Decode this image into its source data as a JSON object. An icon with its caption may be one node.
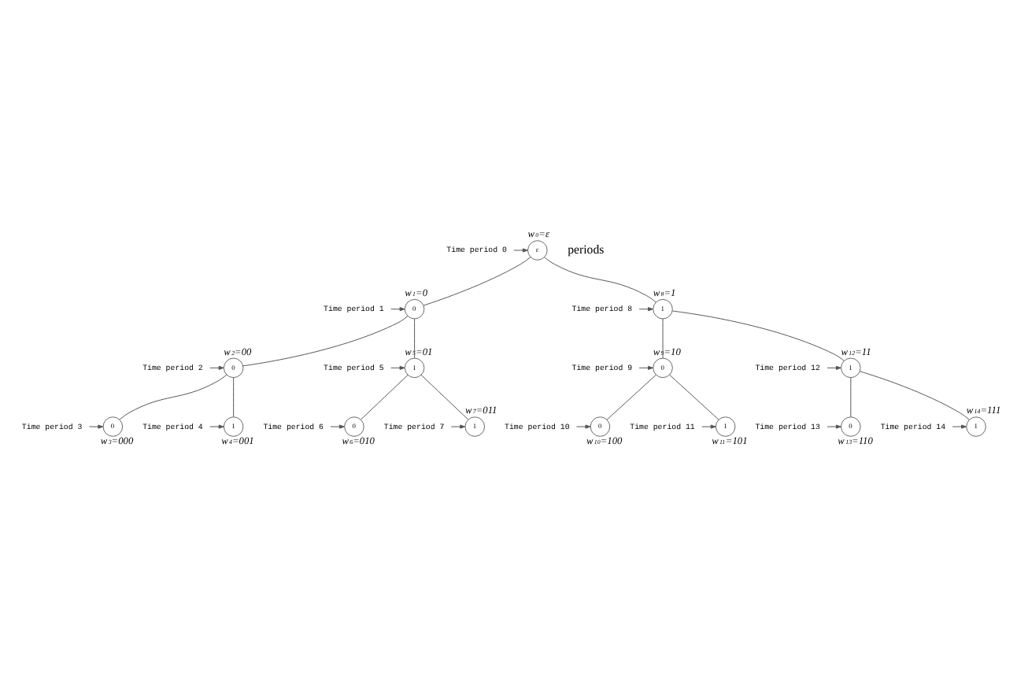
{
  "diagram": {
    "nodes": [
      {
        "text": [
          "ε"
        ],
        "beside": [
          "w$^{0}$=ε"
        ]
      },
      {
        "text": [
          "0"
        ],
        "beside": [
          "w$^{1}$=0"
        ]
      },
      {
        "text": [
          "0"
        ],
        "beside": [
          "w$^{2}$=00"
        ]
      },
      {
        "text": [
          "0"
        ],
        "beside": [
          "w$^{3}$=000"
        ]
      },
      {
        "text": [
          "1"
        ],
        "beside": [
          "w$^{4}$=001"
        ]
      },
      {
        "text": [
          "1"
        ],
        "beside": [
          "w$^{5}$=01"
        ]
      },
      {
        "text": [
          "0"
        ],
        "beside": [
          "w$^{6}$=010"
        ]
      },
      {
        "text": [
          "1"
        ],
        "beside": [
          "w$^{7}$=011"
        ]
      },
      {
        "text": [
          "1"
        ],
        "beside": [
          "w$^{8}$=1"
        ]
      },
      {
        "text": [
          "0"
        ],
        "beside": [
          "w$^{9}$=10"
        ]
      },
      {
        "text": [
          "0"
        ],
        "beside": [
          "w$^{10}$=100"
        ]
      },
      {
        "text": [
          "1"
        ],
        "beside": [
          "w$^{11}$=101"
        ]
      },
      {
        "text": [
          "1"
        ],
        "beside": [
          "w$^{12}$=11"
        ]
      },
      {
        "text": [
          "0"
        ],
        "beside": [
          "w$^{13}$=110"
        ]
      },
      {
        "text": [
          "1"
        ],
        "beside": [
          "w$^{14}$=111"
        ]
      },
      {
        "text": [
          "Time period 0"
        ]
      },
      {
        "text": [
          "Time period 1"
        ]
      },
      {
        "text": [
          "Time period 2"
        ]
      },
      {
        "text": [
          "Time period 3"
        ]
      },
      {
        "text": [
          "Time period 4"
        ]
      },
      {
        "text": [
          "Time period 5"
        ]
      },
      {
        "text": [
          "Time period 6"
        ]
      },
      {
        "text": [
          "Time period 7"
        ]
      },
      {
        "text": [
          "Time period 8"
        ]
      },
      {
        "text": [
          "Time period 9"
        ]
      },
      {
        "text": [
          "Time period 10"
        ]
      },
      {
        "text": [
          "Time period 11"
        ]
      },
      {
        "text": [
          "Time period 12"
        ]
      },
      {
        "text": [
          "Time period 13"
        ]
      },
      {
        "text": [
          "Time period 14"
        ]
      }
    ],
    "edges": [
      {
        "from": 0,
        "to": 1,
        "arrow": "none"
      },
      {
        "from": 0,
        "to": 8,
        "arrow": "none"
      },
      {
        "from": 1,
        "to": 2,
        "arrow": "none"
      },
      {
        "from": 1,
        "to": 5,
        "arrow": "none"
      },
      {
        "from": 2,
        "to": 3,
        "arrow": "none"
      },
      {
        "from": 2,
        "to": 4,
        "arrow": "none"
      },
      {
        "from": 5,
        "to": 6,
        "arrow": "none"
      },
      {
        "from": 5,
        "to": 7,
        "arrow": "none"
      },
      {
        "from": 8,
        "to": 9,
        "arrow": "none"
      },
      {
        "from": 8,
        "to": 12,
        "arrow": "none"
      },
      {
        "from": 9,
        "to": 10,
        "arrow": "none"
      },
      {
        "from": 9,
        "to": 11,
        "arrow": "none"
      },
      {
        "from": 12,
        "to": 13,
        "arrow": "none"
      },
      {
        "from": 12,
        "to": 14,
        "arrow": "none"
      },
      {
        "from": 15,
        "to": 0,
        "arrow": "to"
      },
      {
        "from": 16,
        "to": 1,
        "arrow": "to"
      },
      {
        "from": 17,
        "to": 2,
        "arrow": "to"
      },
      {
        "from": 18,
        "to": 3,
        "arrow": "to"
      },
      {
        "from": 19,
        "to": 4,
        "arrow": "to"
      },
      {
        "from": 20,
        "to": 5,
        "arrow": "to"
      },
      {
        "from": 21,
        "to": 6,
        "arrow": "to"
      },
      {
        "from": 22,
        "to": 7,
        "arrow": "to"
      },
      {
        "from": 23,
        "to": 8,
        "arrow": "to"
      },
      {
        "from": 24,
        "to": 9,
        "arrow": "to"
      },
      {
        "from": 25,
        "to": 10,
        "arrow": "to"
      },
      {
        "from": 26,
        "to": 11,
        "arrow": "to"
      },
      {
        "from": 27,
        "to": 12,
        "arrow": "to"
      },
      {
        "from": 28,
        "to": 13,
        "arrow": "to"
      },
      {
        "from": 29,
        "to": 14,
        "arrow": "to"
      }
    ],
    "labels": [
      "periods"
    ]
  }
}
